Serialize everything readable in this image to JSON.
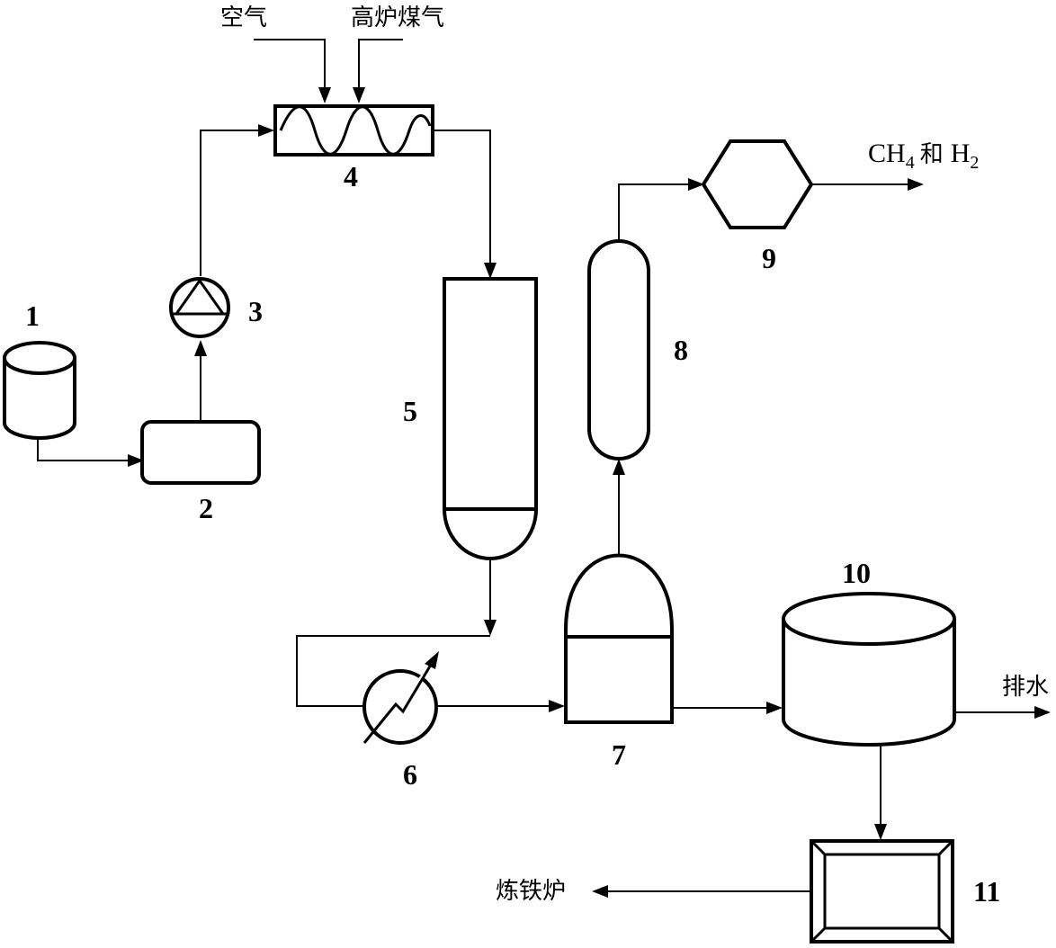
{
  "labels": {
    "n1": "1",
    "n2": "2",
    "n3": "3",
    "n4": "4",
    "n5": "5",
    "n6": "6",
    "n7": "7",
    "n8": "8",
    "n9": "9",
    "n10": "10",
    "n11": "11"
  },
  "streams": {
    "air": "空气",
    "bf_gas": "高炉煤气",
    "product_ch4": "CH",
    "product_sub4": "4",
    "product_and": "和",
    "product_h": "H",
    "product_sub2": "2",
    "drain": "排水",
    "ironmaking_furnace": "炼铁炉"
  }
}
